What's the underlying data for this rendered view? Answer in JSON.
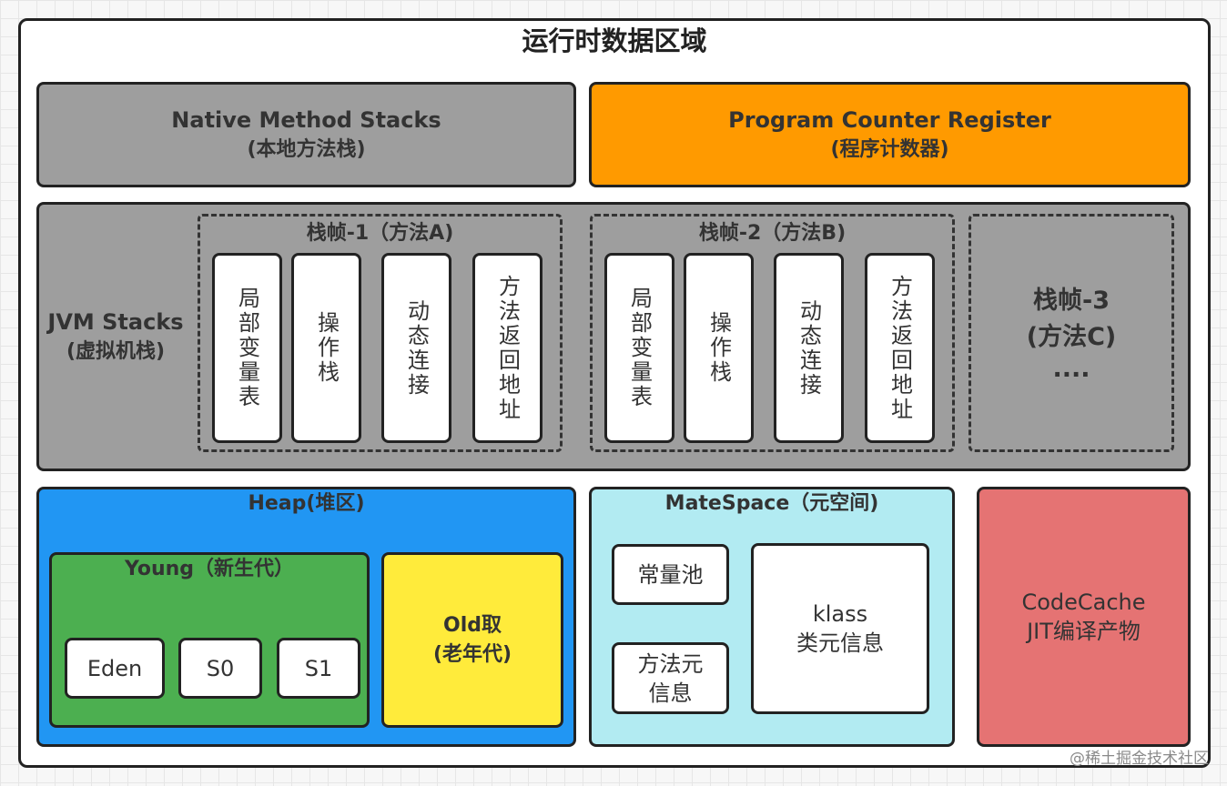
{
  "title": "运行时数据区域",
  "native": {
    "line1": "Native Method Stacks",
    "line2": "(本地方法栈)"
  },
  "pc": {
    "line1": "Program Counter Register",
    "line2": "(程序计数器)"
  },
  "jvm": {
    "line1": "JVM Stacks",
    "line2": "(虚拟机栈)"
  },
  "frame1": {
    "title": "栈帧-1（方法A)",
    "cells": [
      "局部变量表",
      "操作栈",
      "动态连接",
      "方法返回地址"
    ]
  },
  "frame2": {
    "title": "栈帧-2（方法B)",
    "cells": [
      "局部变量表",
      "操作栈",
      "动态连接",
      "方法返回地址"
    ]
  },
  "frame3": {
    "line1": "栈帧-3",
    "line2": "(方法C)",
    "line3": "...."
  },
  "heap": {
    "title": "Heap(堆区)",
    "young": {
      "title": "Young（新生代）",
      "eden": "Eden",
      "s0": "S0",
      "s1": "S1"
    },
    "old": {
      "line1": "Old取",
      "line2": "(老年代)"
    }
  },
  "meta": {
    "title": "MateSpace（元空间)",
    "pool": "常量池",
    "method1": "方法元",
    "method2": "信息",
    "klass1": "klass",
    "klass2": "类元信息"
  },
  "codecache": {
    "line1": "CodeCache",
    "line2": "JIT编译产物"
  },
  "watermark": "@稀土掘金技术社区",
  "colors": {
    "orange": "#ff9a00",
    "blue": "#2196f3",
    "green": "#4caf50",
    "yellow": "#ffeb3b",
    "cyan": "#b2ebf2",
    "red": "#e57373",
    "gray": "#9e9e9e"
  }
}
